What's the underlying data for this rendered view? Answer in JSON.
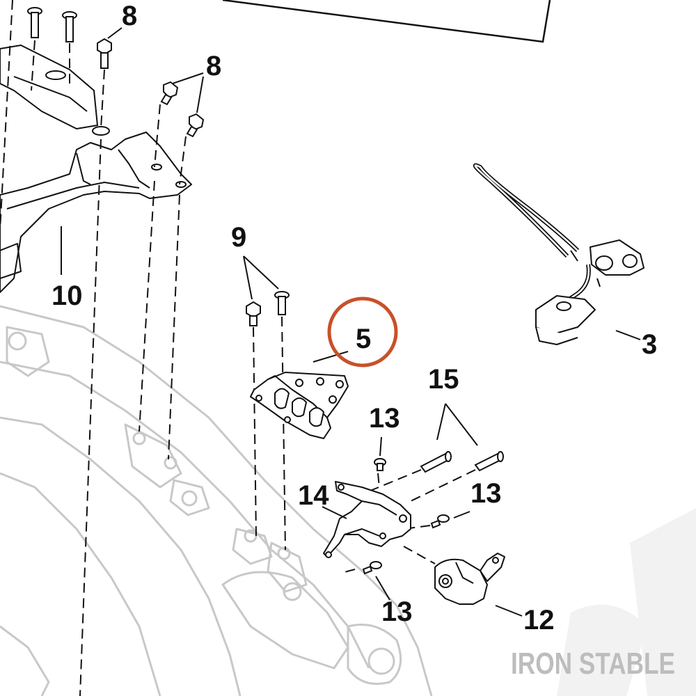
{
  "diagram": {
    "brand_watermark": "IRON STABLE",
    "highlight_color": "#c8512a",
    "line_color": "#111111",
    "frame_color": "#c8c8c8",
    "callouts": {
      "c8a": "8",
      "c8b": "8",
      "c9": "9",
      "c10": "10",
      "c5": "5",
      "c3": "3",
      "c15": "15",
      "c13a": "13",
      "c13b": "13",
      "c13c": "13",
      "c14": "14",
      "c12": "12"
    },
    "highlighted_callout": "5"
  }
}
